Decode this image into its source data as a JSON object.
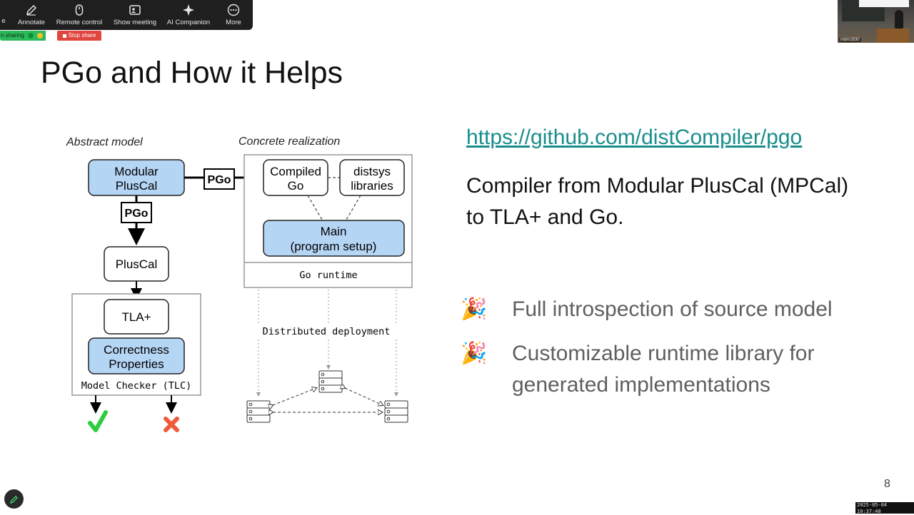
{
  "toolbar": {
    "items": [
      {
        "label": "e",
        "icon": "partial-icon"
      },
      {
        "label": "Annotate",
        "icon": "pencil-icon"
      },
      {
        "label": "Remote control",
        "icon": "mouse-icon"
      },
      {
        "label": "Show meeting",
        "icon": "meeting-window-icon"
      },
      {
        "label": "AI Companion",
        "icon": "sparkle-icon"
      },
      {
        "label": "More",
        "icon": "more-dots-icon"
      }
    ],
    "share_status": "n sharing",
    "stop_share": "Stop share"
  },
  "camera": {
    "name_tag": "mdm2830"
  },
  "slide": {
    "title": "PGo and How it Helps",
    "link": "https://github.com/distCompiler/pgo",
    "description": "Compiler from Modular PlusCal (MPCal) to TLA+ and Go.",
    "bullets": [
      {
        "emoji": "🎉",
        "text": "Full introspection of source model"
      },
      {
        "emoji": "🎉",
        "text": "Customizable runtime library for generated implementations"
      }
    ],
    "page_number": "8"
  },
  "diagram": {
    "abstract_label": "Abstract model",
    "concrete_label": "Concrete realization",
    "modular_line1": "Modular",
    "modular_line2": "PlusCal",
    "pgo_label": "PGo",
    "pluscal": "PlusCal",
    "tla": "TLA+",
    "correctness_line1": "Correctness",
    "correctness_line2": "Properties",
    "model_checker": "Model Checker (TLC)",
    "compiled_line1": "Compiled",
    "compiled_line2": "Go",
    "distsys_line1": "distsys",
    "distsys_line2": "libraries",
    "main_line1": "Main",
    "main_line2": "(program setup)",
    "go_runtime": "Go runtime",
    "distributed": "Distributed deployment",
    "colors": {
      "box_blue": "#b5d5f5",
      "check_green": "#2ecc40",
      "cross_red": "#f05a3a",
      "link_teal": "#1a8d8d"
    }
  },
  "timestamp": "2025-05-04 10:37:48"
}
